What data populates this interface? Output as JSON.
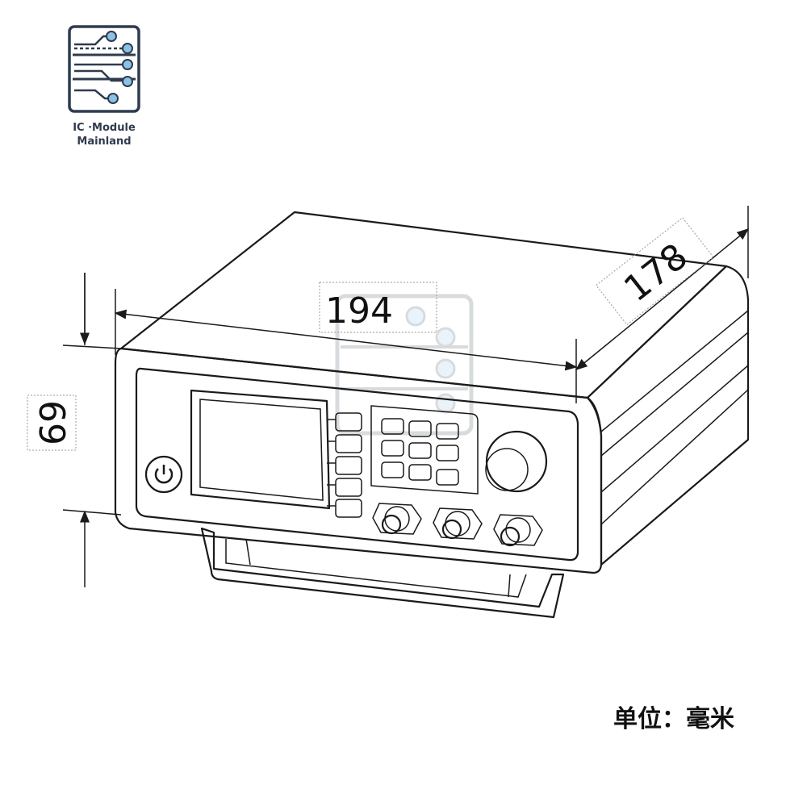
{
  "logo": {
    "line1": "IC ·Module",
    "line2": "Mainland",
    "frame_color": "#2f3b4e",
    "node_color": "#8dc1e6"
  },
  "dimensions": {
    "width": "194",
    "depth": "178",
    "height": "69"
  },
  "unit_label": "单位：毫米",
  "icons": [
    "circuit-logo-icon",
    "power-icon"
  ]
}
